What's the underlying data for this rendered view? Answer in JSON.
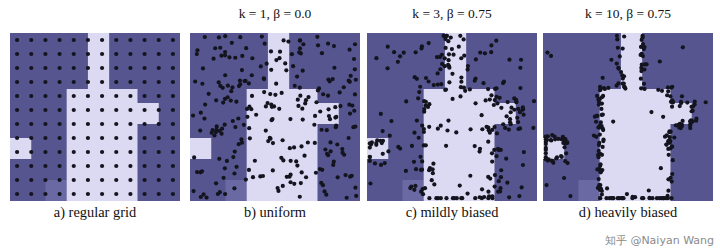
{
  "diagram": {
    "nodes": [
      {
        "text": [
          "a) regular grid"
        ]
      },
      {
        "text": [
          "k = 1, β = 0.0",
          "b) uniform"
        ]
      },
      {
        "text": [
          "k = 3, β = 0.75",
          "c) mildly biased"
        ]
      },
      {
        "text": [
          "k = 10, β = 0.75",
          "d) heavily biased"
        ]
      }
    ],
    "labels": [
      "知乎 @Naiyan Wang"
    ]
  }
}
